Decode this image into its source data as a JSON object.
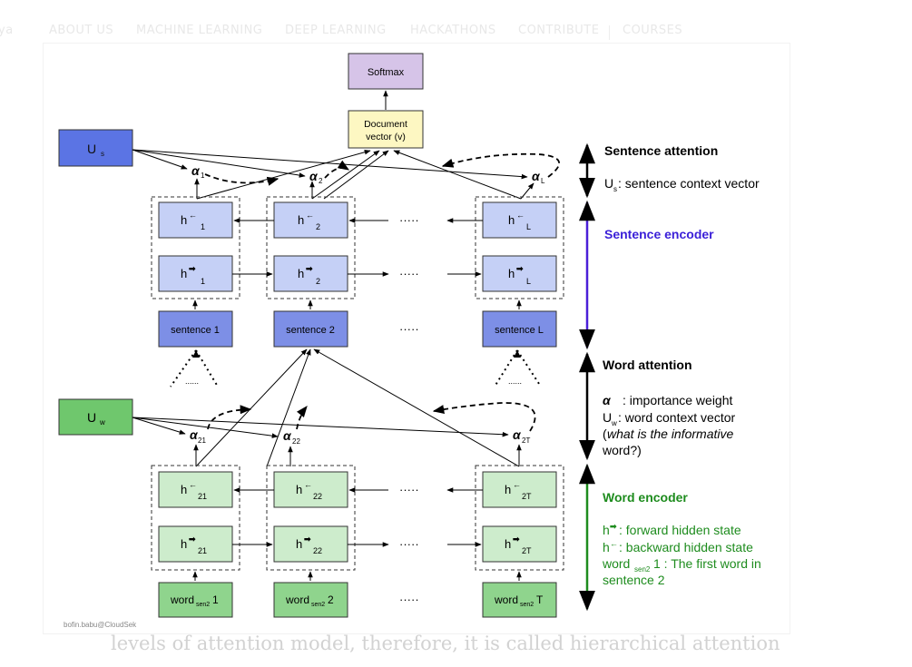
{
  "nav": {
    "brand": "ya",
    "items": [
      "ABOUT US",
      "MACHINE LEARNING",
      "DEEP LEARNING",
      "HACKATHONS",
      "CONTRIBUTE",
      "COURSES"
    ]
  },
  "diagram": {
    "softmax": "Softmax",
    "doc_vector_l1": "Document",
    "doc_vector_l2": "vector (v)",
    "us_label": "U",
    "us_sub": "s",
    "uw_label": "U",
    "uw_sub": "w",
    "alpha": "α",
    "alpha_sub_1": "1",
    "alpha_sub_2": "2",
    "alpha_sub_L": "L",
    "alpha_sub_21": "21",
    "alpha_sub_22": "22",
    "alpha_sub_2T": "2T",
    "h": "h",
    "sent_h_subs": [
      "1",
      "2",
      "L"
    ],
    "word_h_subs": [
      "21",
      "22",
      "2T"
    ],
    "sentences": [
      "sentence 1",
      "sentence 2",
      "sentence L"
    ],
    "word_prefix": "word",
    "word_sub": "sen2",
    "word_suffixes": [
      "1",
      "2",
      "T"
    ],
    "dots": "·····",
    "small_dots": "......",
    "watermark": "bofin.babu@CloudSek"
  },
  "legend": {
    "sentence_attention": "Sentence attention",
    "us_desc_u": "U",
    "us_desc_sub": "s",
    "us_desc_rest": ": sentence context vector",
    "sentence_encoder": "Sentence encoder",
    "word_attention": "Word attention",
    "alpha_symbol": "α",
    "alpha_desc": ": importance weight",
    "uw_desc_u": "U",
    "uw_desc_sub": "w",
    "uw_desc_rest": ": word context vector",
    "informative_open": "(",
    "informative_italic": "what is the informative",
    "informative_close": "word?)",
    "word_encoder": "Word encoder",
    "fwd_desc": ":  forward hidden state",
    "bwd_desc": ": backward hidden state",
    "word_desc_prefix": "word",
    "word_desc_sub": "sen2",
    "word_desc_rest": "1 : The first word in",
    "word_desc_line2": "sentence 2"
  },
  "caption": "levels of attention model, therefore, it is called hierarchical attention",
  "colors": {
    "sentence_box": "#c5d0f6",
    "sentence_input": "#7d8fe6",
    "us_box": "#5b74e4",
    "word_box": "#cdeccc",
    "word_input": "#8fd48d",
    "uw_box": "#6fc76d",
    "softmax": "#d6c4e8",
    "doc_vector": "#fdf7c2",
    "sentence_encoder_text": "#3a1fd8",
    "word_encoder_text": "#1e8c1e"
  }
}
